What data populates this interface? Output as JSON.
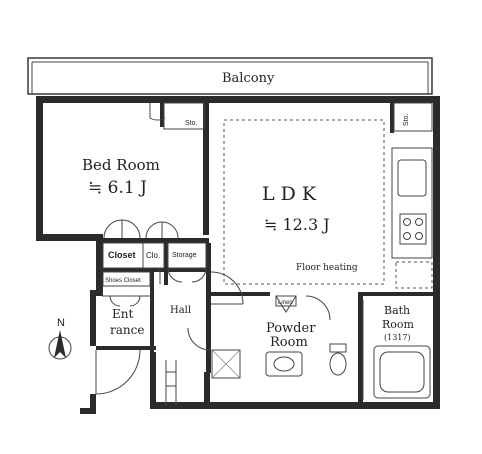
{
  "plan": {
    "balcony": "Balcony",
    "bedroom": {
      "name": "Bed Room",
      "size": "≒ 6.1 J"
    },
    "ldk": {
      "name": "L D K",
      "size": "≒ 12.3 J"
    },
    "floor_heating": "Floor heating",
    "closet": "Closet",
    "clo": "Clo.",
    "storage": "Storage",
    "shoes_closet": "Shoes Closet",
    "entrance_1": "Ent",
    "entrance_2": "rance",
    "hall": "Hall",
    "powder_1": "Powder",
    "powder_2": "Room",
    "linen": "Linen",
    "bath_1": "Bath",
    "bath_2": "Room",
    "bath_size": "(1317)",
    "sto_left": "Sto.",
    "sto_right": "Sto.",
    "north": "N"
  }
}
